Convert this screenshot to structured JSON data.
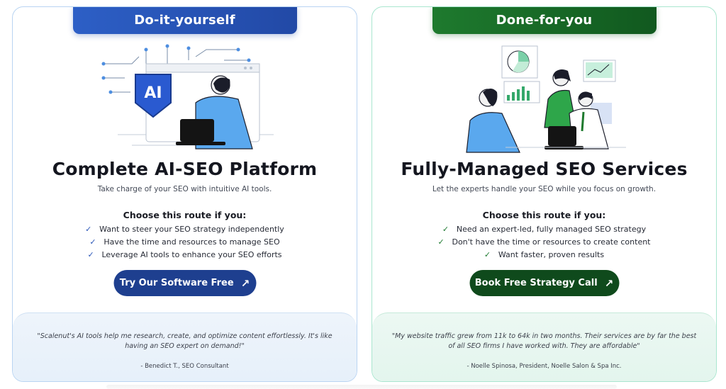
{
  "diy": {
    "tab_label": "Do-it-yourself",
    "title": "Complete AI-SEO Platform",
    "subtitle": "Take charge of your SEO with intuitive AI tools.",
    "choose_heading": "Choose this route if you:",
    "checks": [
      "Want to steer your SEO strategy independently",
      "Have the time and resources to manage SEO",
      "Leverage AI tools to enhance your SEO efforts"
    ],
    "cta_label": "Try Our Software Free",
    "badge_text": "AI",
    "quote": "\"Scalenut's AI tools help me research, create, and optimize content effortlessly. It's like having an SEO expert on demand!\"",
    "author": "- Benedict T., SEO Consultant",
    "accent": "#2249a6"
  },
  "dfy": {
    "tab_label": "Done-for-you",
    "title": "Fully-Managed SEO Services",
    "subtitle": "Let the experts handle your SEO while you focus on growth.",
    "choose_heading": "Choose this route if you:",
    "checks": [
      "Need an expert-led, fully managed SEO strategy",
      "Don't have the time or resources to create content",
      "Want faster, proven results"
    ],
    "cta_label": "Book Free Strategy Call",
    "quote": "\"My website traffic grew from 11k to 64k in two months. Their services are by far the best of all SEO firms I have worked with. They are affordable\"",
    "author": "- Noelle Spinosa, President, Noelle Salon & Spa Inc.",
    "accent": "#11591f"
  },
  "icons": {
    "check": "check-icon",
    "arrow": "arrow-up-right-icon"
  }
}
